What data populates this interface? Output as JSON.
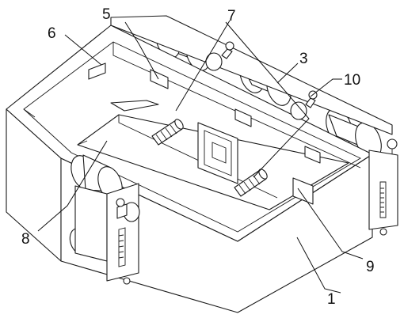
{
  "labels": {
    "l1": "1",
    "l3": "3",
    "l5": "5",
    "l6": "6",
    "l7": "7",
    "l8": "8",
    "l9": "9",
    "l10": "10"
  }
}
